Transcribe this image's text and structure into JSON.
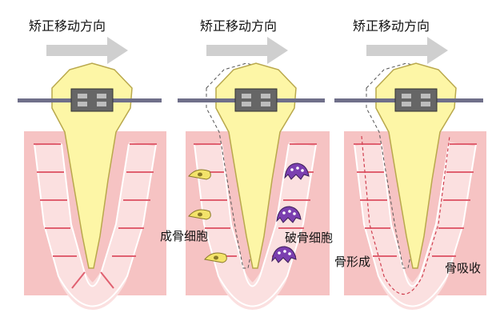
{
  "panels": [
    {
      "direction_label": "矫正移动方向"
    },
    {
      "direction_label": "矫正移动方向",
      "left_label": "成骨细胞",
      "right_label": "破骨细胞"
    },
    {
      "direction_label": "矫正移动方向",
      "left_label": "骨形成",
      "right_label": "骨吸收"
    }
  ],
  "colors": {
    "gum": "#f6c3c3",
    "root_canal_outline": "#ffffff",
    "ligament_band": "#fde6e6",
    "ligament_fibers": "#e85a6a",
    "tooth": "#fdf6a6",
    "tooth_outline": "#b9a84c",
    "bracket": "#6c6c6c",
    "wire": "#6f6f8a",
    "arrow": "#c9c9c9",
    "osteoblast": "#f3e36a",
    "osteoclast": "#7b3fb0"
  },
  "icons": [
    "arrow-right-icon",
    "bracket-icon",
    "osteoblast-cell-icon",
    "osteoclast-cell-icon"
  ]
}
